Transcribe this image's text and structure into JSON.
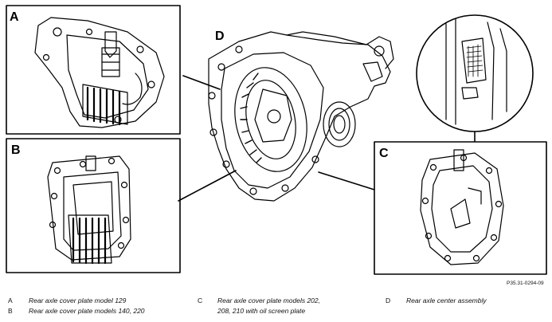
{
  "labels": {
    "a": "A",
    "b": "B",
    "c": "C",
    "d": "D"
  },
  "ref_code": "P35.31-0294-09",
  "legend": [
    {
      "letter": "A",
      "text": "Rear axle cover plate model 129"
    },
    {
      "letter": "B",
      "text": "Rear axle cover plate models 140, 220"
    },
    {
      "letter": "C",
      "text_line1": "Rear axle cover plate models 202,",
      "text_line2": "208, 210 with oil screen plate"
    },
    {
      "letter": "D",
      "text": "Rear axle center assembly"
    }
  ]
}
